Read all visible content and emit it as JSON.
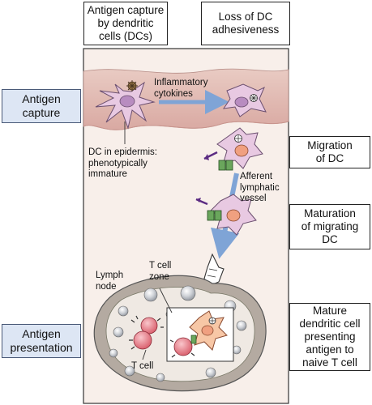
{
  "top_boxes": {
    "capture": "Antigen capture\nby dendritic\ncells (DCs)",
    "adhesiveness": "Loss of DC\nadhesiveness"
  },
  "left_labels": {
    "capture": "Antigen\ncapture",
    "presentation": "Antigen\npresentation"
  },
  "right_boxes": {
    "migration": "Migration\nof DC",
    "maturation": "Maturation\nof migrating\nDC",
    "mature": "Mature\ndendritic cell\npresenting\nantigen to\nnaive T cell"
  },
  "labels": {
    "inflammatory": "Inflammatory\ncytokines",
    "epidermis_dc": "DC in epidermis:\nphenotypically\nimmature",
    "afferent": "Afferent\nlymphatic\nvessel",
    "t_zone": "T cell\nzone",
    "lymph_node": "Lymph\nnode",
    "t_cell": "T cell"
  },
  "colors": {
    "skin_band": "#e7c6bd",
    "tissue": "#f8efea",
    "node_wall": "#b4aaa1",
    "node_inner": "#efe9e3",
    "dc_cell": "#e8c9e2",
    "dc_nucleus": "#b88cc0",
    "dc_mature_nucleus": "#f0a080",
    "t_cell": "#e8808a",
    "arrow": "#7fa4d6",
    "label_bg": "#dde6f4"
  }
}
